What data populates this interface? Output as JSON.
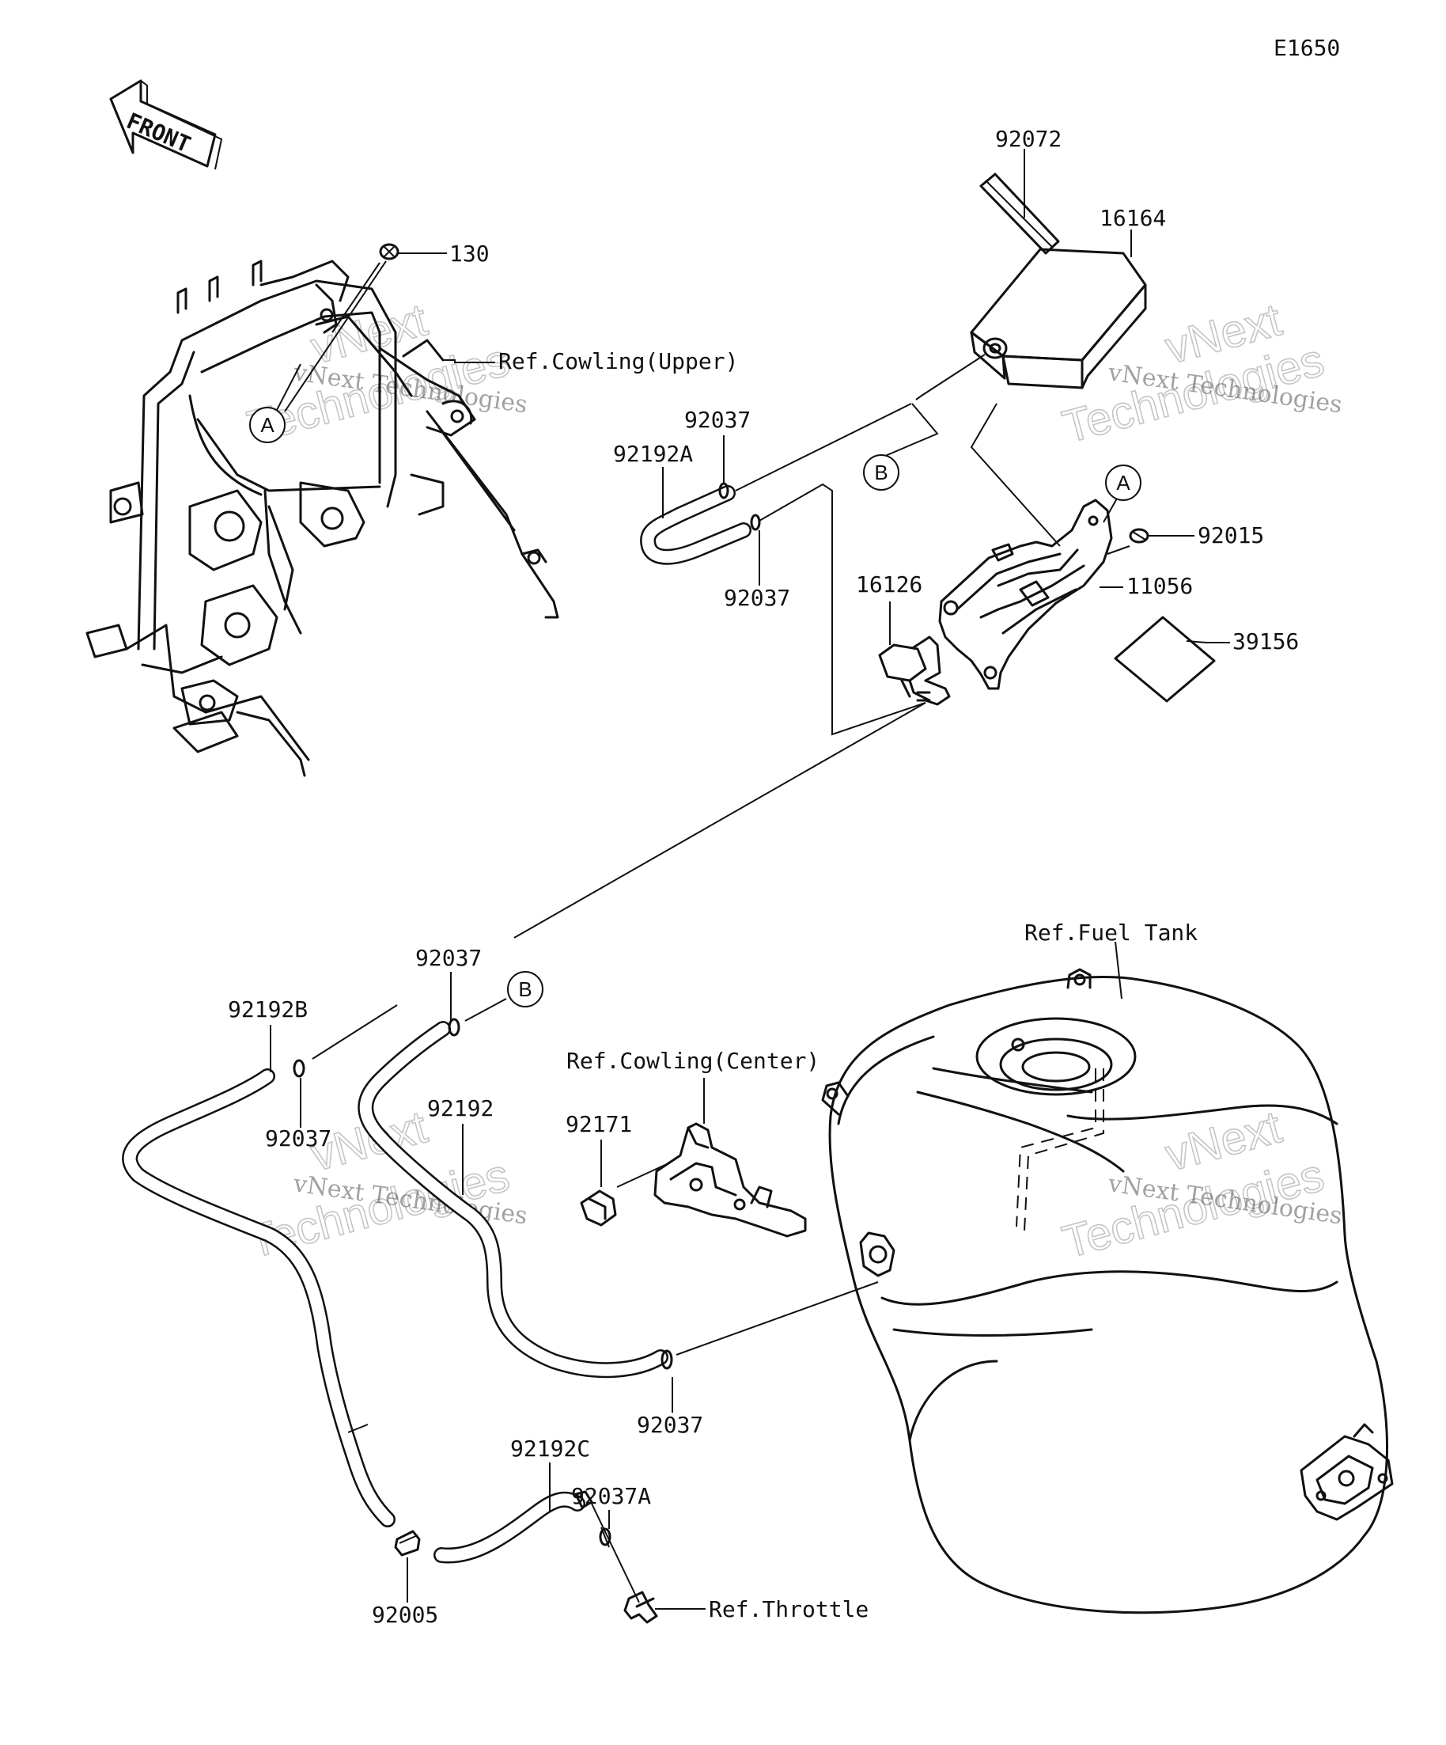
{
  "diagram_code": "E1650",
  "front_label": "FRONT",
  "parts": {
    "p130": "130",
    "p92072": "92072",
    "p16164": "16164",
    "p92037_a": "92037",
    "p92192A": "92192A",
    "p92037_b": "92037",
    "p16126": "16126",
    "p92015": "92015",
    "p11056": "11056",
    "p39156": "39156",
    "p92037_c": "92037",
    "p92192B": "92192B",
    "p92037_d": "92037",
    "p92192": "92192",
    "p92171": "92171",
    "p92037_e": "92037",
    "p92192C": "92192C",
    "p92037A": "92037A",
    "p92005": "92005"
  },
  "refs": {
    "cowling_upper": "Ref.Cowling(Upper)",
    "cowling_center": "Ref.Cowling(Center)",
    "fuel_tank": "Ref.Fuel Tank",
    "throttle": "Ref.Throttle"
  },
  "markers": {
    "a": "A",
    "b": "B"
  },
  "watermarks": {
    "line1": "vNext Technologies",
    "line2": "vNext",
    "line3": "Technologies"
  }
}
